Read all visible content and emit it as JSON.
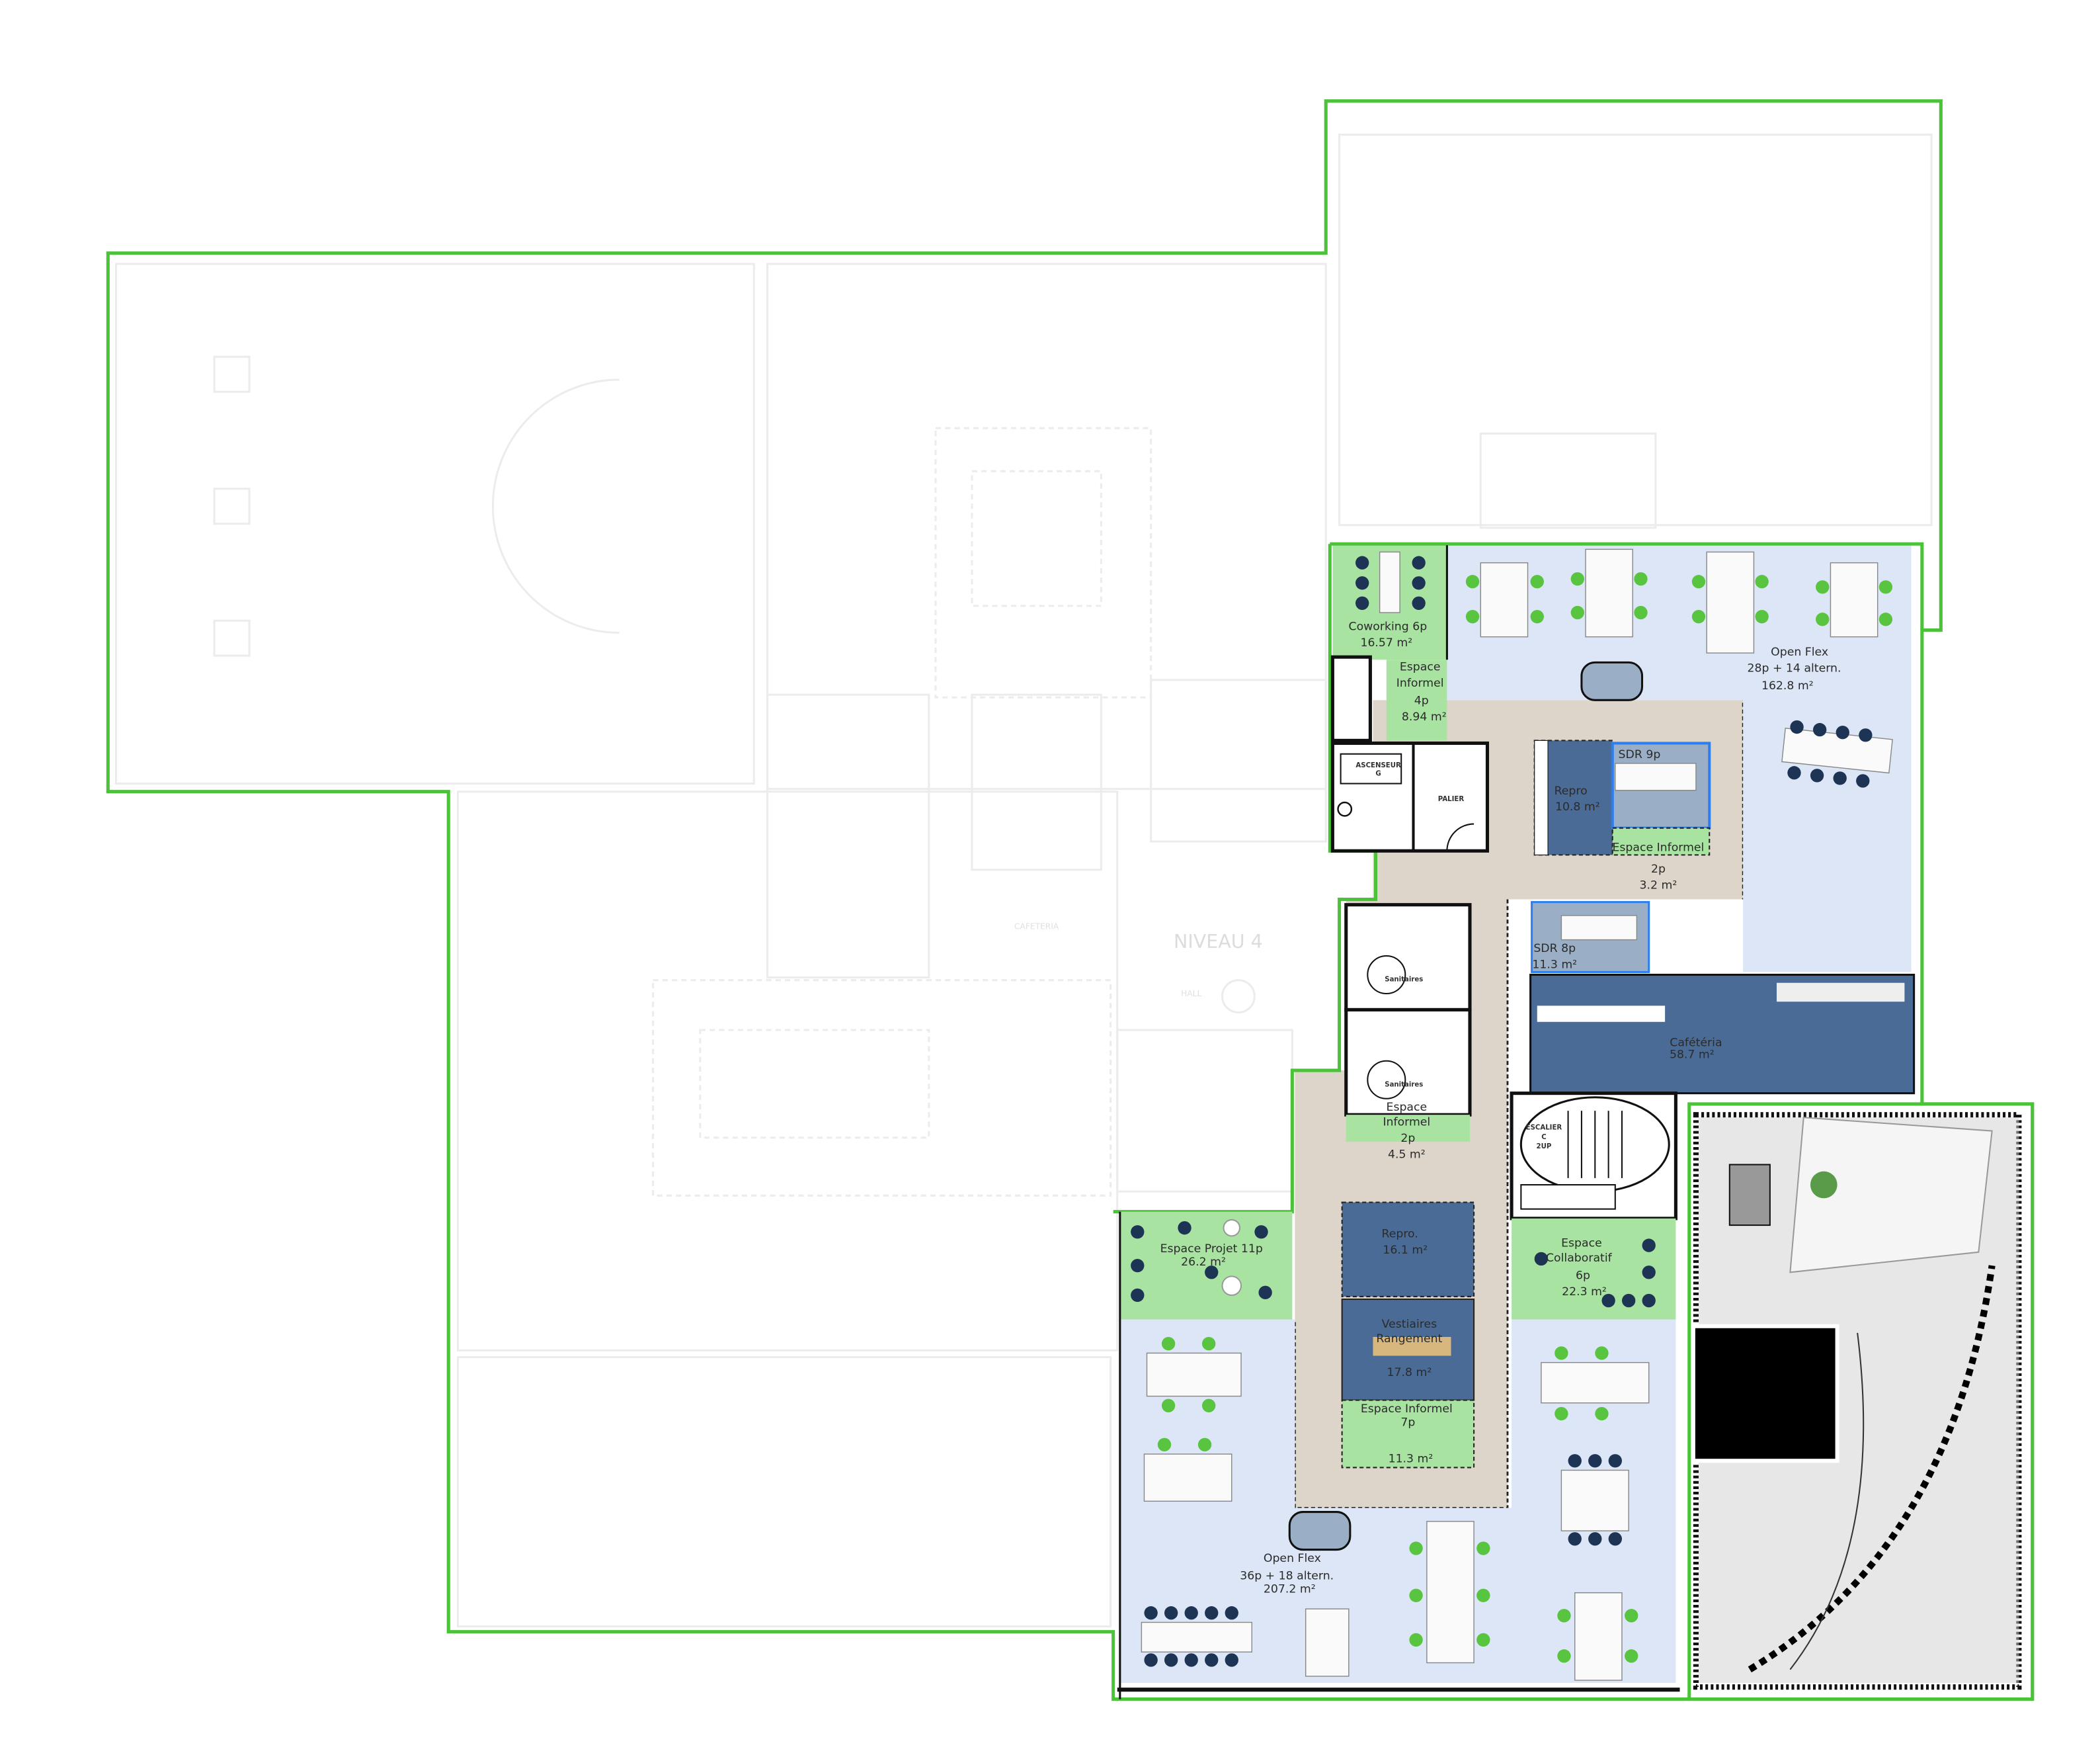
{
  "plan": {
    "level_label": "NIVEAU 4",
    "background_labels": {
      "cafeteria": "CAFETERIA",
      "hall": "HALL"
    },
    "colors": {
      "outline": "#4cc23a",
      "open_flex": "#dce6f7",
      "informal": "#a8e3a2",
      "support": "#4a6b96",
      "meeting": "#9aaec6",
      "circulation": "#ddd5c9",
      "chair_green": "#58c43f",
      "chair_navy": "#1e3454"
    }
  },
  "rooms": {
    "coworking": {
      "name": "Coworking 6p",
      "area": "16.57  m²"
    },
    "open_flex_north": {
      "name": "Open Flex",
      "capacity": "28p + 14 altern.",
      "area": "162.8  m²"
    },
    "espace_informel_4p": {
      "name1": "Espace",
      "name2": "Informel",
      "capacity": "4p",
      "area": "8.94 m²"
    },
    "ascenseur": {
      "name1": "ASCENSEUR",
      "name2": "G"
    },
    "palier": {
      "name": "PALIER"
    },
    "repro_north": {
      "name": "Repro",
      "area": "10.8  m²"
    },
    "sdr_9p": {
      "name": "SDR 9p"
    },
    "espace_informel_2p_north": {
      "name": "Espace Informel",
      "capacity": "2p",
      "area": "3.2  m²"
    },
    "sdr_8p": {
      "name": "SDR 8p",
      "area": "11.3  m²"
    },
    "cafeteria": {
      "name": "Cafétéria",
      "area": "58.7  m²"
    },
    "sanitaires_1": {
      "name": "Sanitaires"
    },
    "sanitaires_2": {
      "name": "Sanitaires"
    },
    "espace_informel_2p_south": {
      "name1": "Espace",
      "name2": "Informel",
      "capacity": "2p",
      "area": "4.5  m²"
    },
    "escalier": {
      "name1": "ESCALIER",
      "name2": "C",
      "name3": "2UP"
    },
    "espace_projet": {
      "name": "Espace Projet 11p",
      "area": "26.2  m²"
    },
    "repro_south": {
      "name": "Repro.",
      "area": "16.1   m²"
    },
    "vestiaires": {
      "name1": "Vestiaires",
      "name2": "Rangement",
      "area": "17.8   m²"
    },
    "espace_informel_7p": {
      "name": "Espace Informel",
      "capacity": "7p",
      "area": "11.3   m²"
    },
    "espace_collaboratif": {
      "name1": "Espace",
      "name2": "Collaboratif",
      "capacity": "6p",
      "area": "22.3  m²"
    },
    "open_flex_south": {
      "name": "Open Flex",
      "capacity": "36p + 18 altern.",
      "area": "207.2 m²"
    }
  }
}
